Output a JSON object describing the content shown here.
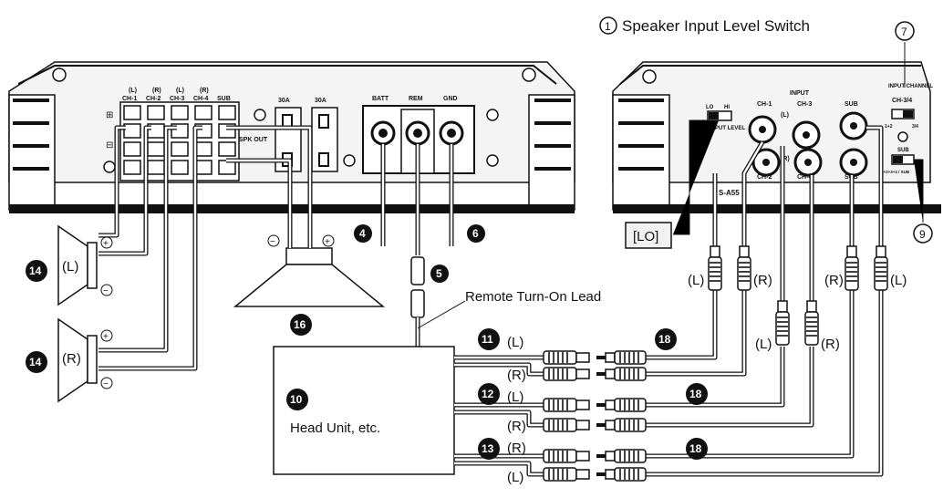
{
  "labels": {
    "speaker_input_level_switch": "Speaker Input Level Switch",
    "remote_turn_on_lead": "Remote Turn-On Lead",
    "head_unit": "Head Unit, etc.",
    "lo_box": "[LO]",
    "left": "(L)",
    "right": "(R)",
    "plus": "+",
    "minus": "−"
  },
  "terminal_labels": {
    "ch1": "CH-1",
    "ch2": "CH-2",
    "ch3": "CH-3",
    "ch4": "CH-4",
    "sub": "SUB",
    "ch1_side": "(L)",
    "ch2_side": "(R)",
    "ch3_side": "(L)",
    "ch4_side": "(R)",
    "spk_out": "SPK OUT",
    "plus_mark": "⊞",
    "minus_mark": "⊟"
  },
  "fuse_labels": [
    "30A",
    "30A"
  ],
  "power_labels": [
    "BATT",
    "REM",
    "GND"
  ],
  "input_panel": {
    "input": "INPUT",
    "ch1": "CH-1",
    "ch2": "CH-2",
    "ch3": "CH-3",
    "ch4": "CH-4",
    "sub": "SUB",
    "ch1_side": "(L)",
    "ch2_side": "(R)",
    "model": "S-A55",
    "input_level": "INPUT LEVEL",
    "lo": "LO",
    "hi": "HI",
    "input_channel": "INPUT CHANNEL",
    "ch_switch": "CH-3/4",
    "sw_pos_1": "1+2",
    "sw_pos_2": "3/4",
    "sub_switch": "SUB",
    "sub_pos": "1+2+3+4 / SUB"
  },
  "callouts": {
    "n1": "1",
    "n4": "4",
    "n5": "5",
    "n6": "6",
    "n7": "7",
    "n9": "9",
    "n10": "10",
    "n11": "11",
    "n12": "12",
    "n13": "13",
    "n14": "14",
    "n16": "16",
    "n18": "18"
  },
  "colors": {
    "ink": "#111111",
    "chrome": "#f4f4f4",
    "paper": "#ffffff"
  }
}
